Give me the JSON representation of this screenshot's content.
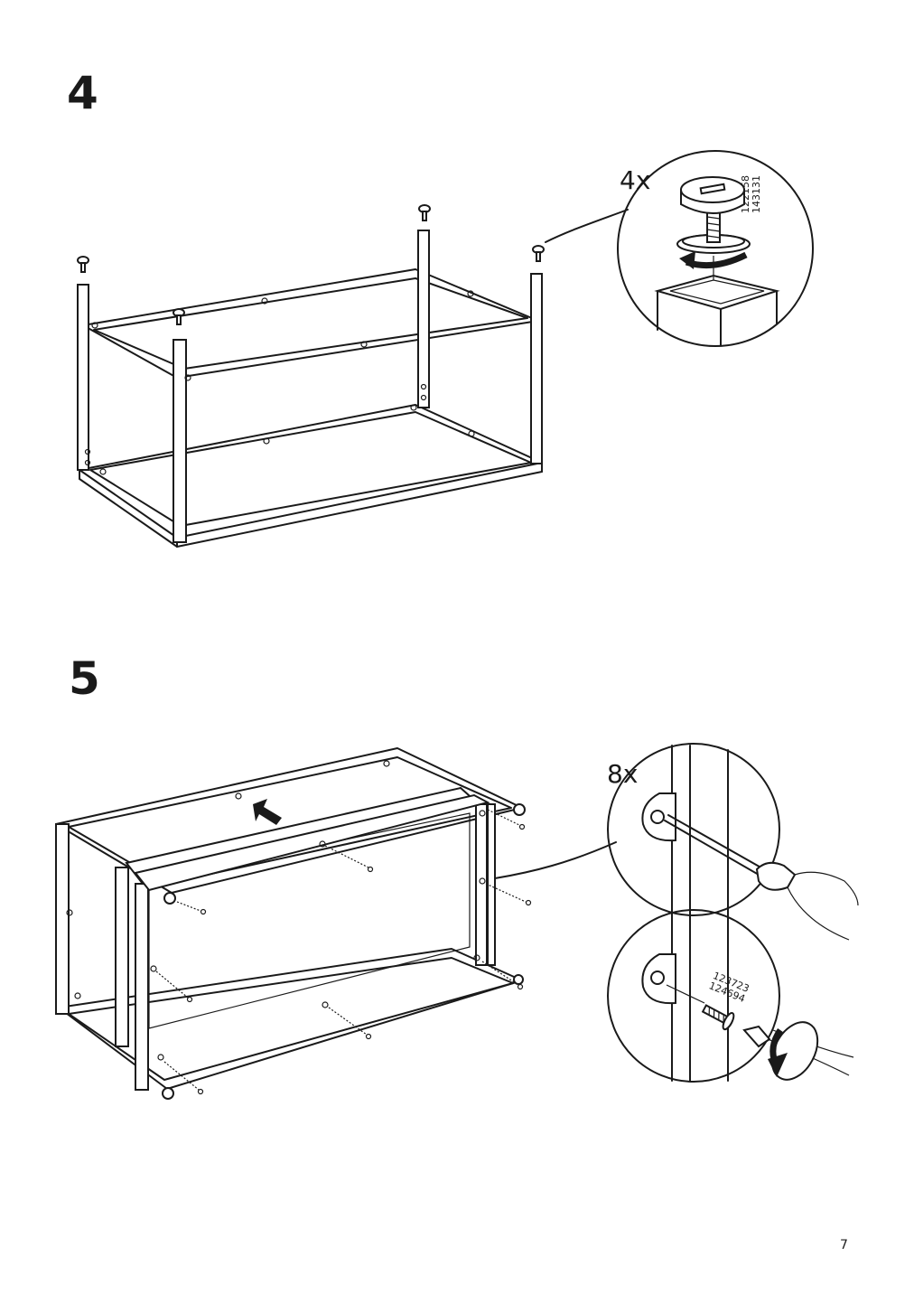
{
  "step4": {
    "number": "4",
    "quantity": "4x",
    "part_numbers": [
      "122158",
      "143131"
    ]
  },
  "step5": {
    "number": "5",
    "quantity": "8x",
    "part_numbers": [
      "123723",
      "124694"
    ]
  },
  "page_number": "7"
}
